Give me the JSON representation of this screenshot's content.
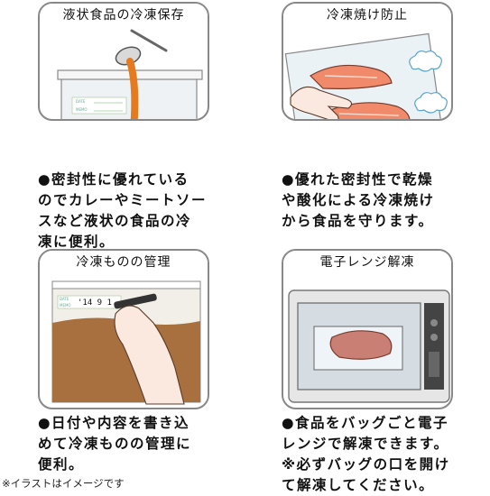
{
  "panels": [
    {
      "title": "液状食品の冷凍保存",
      "caption": [
        "●密封性に優れている",
        "のでカレーやミートソー",
        "スなど液状の食品の冷",
        "凍に便利。"
      ],
      "bag_label_lines": [
        "DATE",
        "MEMO"
      ]
    },
    {
      "title": "冷凍焼け防止",
      "caption": [
        "●優れた密封性で乾燥",
        "や酸化による冷凍焼け",
        "から食品を守ります。"
      ]
    },
    {
      "title": "冷凍ものの管理",
      "caption": [
        "●日付や内容を書き込",
        "めて冷凍ものの管理に",
        "便利。"
      ],
      "bag_label_lines": [
        "DATE",
        "MEMO"
      ],
      "handwriting": "'14 9 1"
    },
    {
      "title": "電子レンジ解凍",
      "caption": [
        "●食品をバッグごと電子",
        "レンジで解凍できます。",
        "※必ずバッグの口を開け",
        "て解凍してください。"
      ]
    }
  ],
  "footnote": "※イラストはイメージです",
  "colors": {
    "border": "#888888",
    "curry": "#e57a1f",
    "salmon": "#f08a6a",
    "bag_stripe": "#7fbf6a"
  },
  "icons": [
    "ladle-icon",
    "hand-icon",
    "pen-icon",
    "microwave-icon",
    "frost-cloud-icon"
  ]
}
